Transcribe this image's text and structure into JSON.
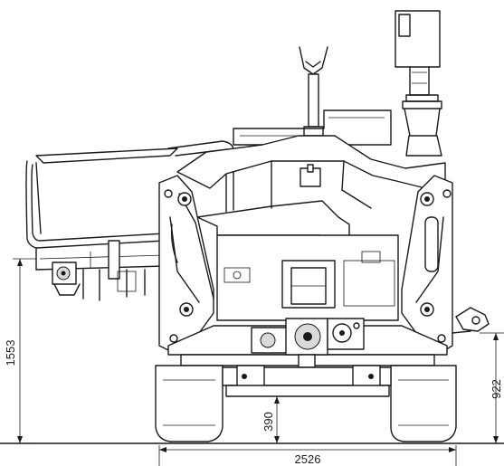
{
  "dimensions": {
    "overall_height": "1553",
    "overall_width": "2526",
    "ground_clearance": "390",
    "axle_height": "922"
  }
}
